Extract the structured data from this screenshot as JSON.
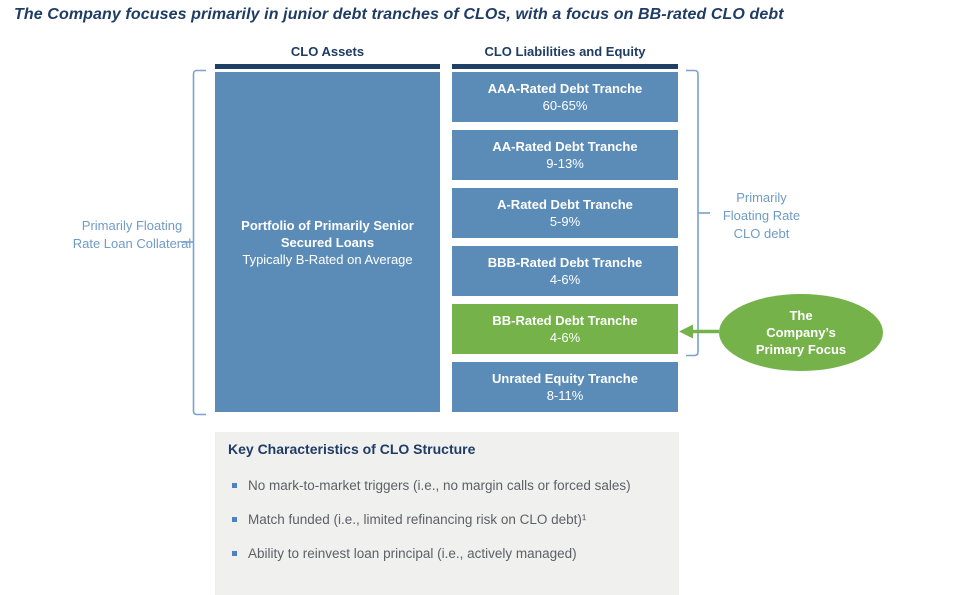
{
  "title": "The Company focuses primarily in junior debt tranches of CLOs, with a focus on BB-rated CLO debt",
  "columns": {
    "assets_header": "CLO Assets",
    "liabilities_header": "CLO Liabilities and Equity"
  },
  "assets_box": {
    "line1": "Portfolio of Primarily Senior Secured Loans",
    "line2": "Typically B-Rated on Average"
  },
  "tranches": [
    {
      "name": "AAA-Rated Debt Tranche",
      "range": "60-65%",
      "highlight": false
    },
    {
      "name": "AA-Rated Debt Tranche",
      "range": "9-13%",
      "highlight": false
    },
    {
      "name": "A-Rated Debt Tranche",
      "range": "5-9%",
      "highlight": false
    },
    {
      "name": "BBB-Rated Debt Tranche",
      "range": "4-6%",
      "highlight": false
    },
    {
      "name": "BB-Rated Debt Tranche",
      "range": "4-6%",
      "highlight": true
    },
    {
      "name": "Unrated Equity Tranche",
      "range": "8-11%",
      "highlight": false
    }
  ],
  "annotations": {
    "left_bracket_label": "Primarily Floating Rate Loan Collateral",
    "right_bracket_label": "Primarily Floating Rate CLO debt",
    "ellipse_lines": [
      "The",
      "Company’s",
      "Primary Focus"
    ]
  },
  "key_characteristics": {
    "title": "Key Characteristics of CLO Structure",
    "bullets": [
      "No mark-to-market triggers (i.e., no margin calls or forced sales)",
      "Match funded (i.e., limited refinancing risk on CLO debt)¹",
      "Ability to reinvest loan principal (i.e., actively managed)"
    ]
  },
  "colors": {
    "navy_text": "#1f3c64",
    "header_bar": "#1e3f66",
    "tranche_blue": "#5b8cb8",
    "focus_green": "#75b34a",
    "bracket_blue": "#7aa2cd",
    "side_label_blue": "#6f9bc7",
    "bullet_square_blue": "#4f81bd",
    "bullet_text_gray": "#5d6066",
    "panel_gray": "#f0f0ef"
  }
}
